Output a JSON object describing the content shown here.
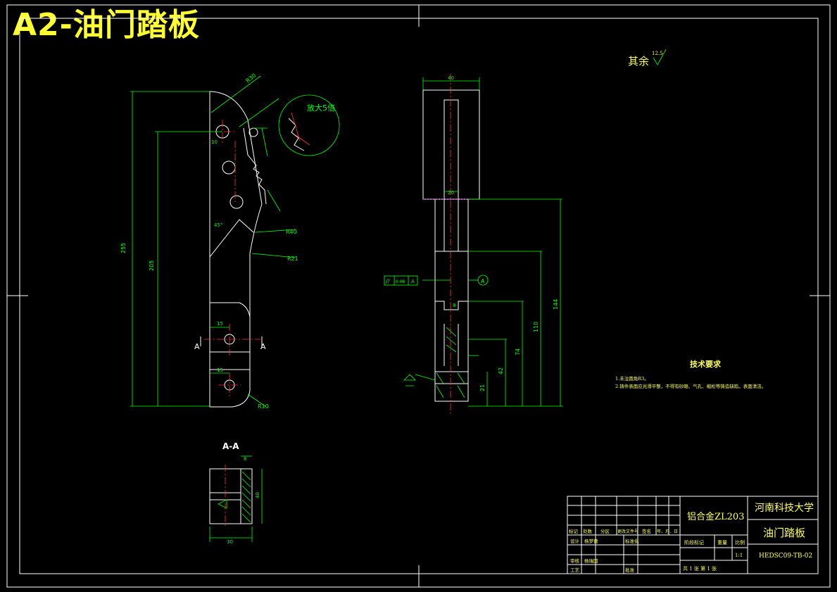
{
  "drawing_title": "A2-油门踏板",
  "roughness_note": "其余",
  "roughness_value": "12.5",
  "enlarge_note": "放大5倍",
  "section_label": "A-A",
  "section_mark": "A",
  "tech_requirements": {
    "heading": "技术要求",
    "line1": "1.未注圆角R3。",
    "line2": "2.铸件表面应光滑平整，不得有砂眼、气孔、缩松等铸造缺陷，表面清洁。"
  },
  "datum_label": "A",
  "tolerance_frame": [
    "//",
    "0.06",
    "A"
  ],
  "side_view_dims": {
    "top_width": "40",
    "mid_width": "20",
    "dim_a": "144",
    "dim_b": "110",
    "dim_c": "74",
    "dim_d": "42",
    "dim_e": "21",
    "dim_f": "8"
  },
  "front_view_dims": {
    "overall": "255",
    "height2": "205",
    "r_top": "R30",
    "r_mid": "R21",
    "r_low": "R10",
    "r_40": "R40",
    "d15a": "15",
    "d15b": "15",
    "d10": "10",
    "angle": "45°"
  },
  "section_dims": {
    "width": "30",
    "height": "40",
    "small": "8"
  },
  "title_block": {
    "material": "铝合金ZL203",
    "school": "河南科技大学",
    "part_name": "油门踏板",
    "drawing_no": "HEDSC09-TB-02",
    "scale_label": "比例",
    "scale": "1:1",
    "weight_label": "重量",
    "stage_label": "阶段标记",
    "sheet_text": "共 1 张    第 1 张",
    "rev_headers": [
      "标记",
      "处数",
      "分区",
      "更改文件号",
      "签名",
      "年、月、日"
    ],
    "design_label": "设计",
    "designer": "杨梦蕾",
    "standard_label": "标准化",
    "check_label": "审核",
    "checker": "杨瑞国",
    "process_label": "工艺",
    "approve_label": "批准"
  }
}
